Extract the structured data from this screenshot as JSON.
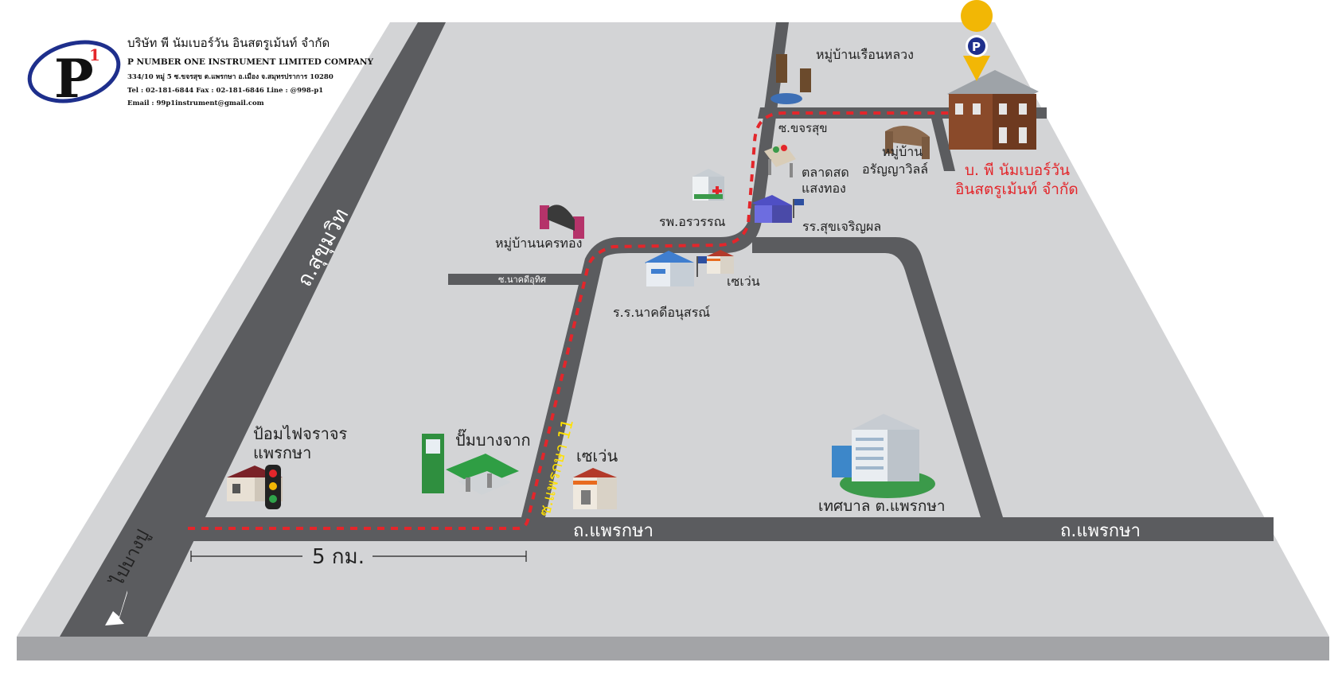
{
  "company": {
    "name_th": "บริษัท พี นัมเบอร์วัน อินสตรูเม้นท์ จำกัด",
    "name_en": "P NUMBER ONE INSTRUMENT LIMITED COMPANY",
    "address": "334/10 หมู่ 5 ซ.ขจรสุข ต.แพรกษา อ.เมือง จ.สมุทรปราการ 10280",
    "contact": "Tel : 02-181-6844 Fax : 02-181-6846 Line : @998-p1",
    "email": "Email : 99p1instrument@gmail.com",
    "logo_letter": "P",
    "logo_sup": "1",
    "pin_letter": "P"
  },
  "roads": {
    "sukhumvit": "ถ.สุขุมวิท",
    "to_bangpu": "ไปบางปู",
    "praeksa_1": "ถ.แพรกษา",
    "praeksa_2": "ถ.แพรกษา",
    "soi_praeksa_11": "ซ.แพรกษา 11",
    "soi_nakhonthit": "ซ.นาคดีอุทิศ",
    "soi_khajonsuk": "ซ.ขจรสุข"
  },
  "distance": "5 กม.",
  "landmarks": {
    "traffic_light_1": "ป้อมไฟจราจร",
    "traffic_light_2": "แพรกษา",
    "gas_station": "ปั๊มบางจาก",
    "seven_eleven_1": "เซเว่น",
    "seven_eleven_2": "เซเว่น",
    "municipality": "เทศบาล ต.แพรกษา",
    "village_nakhonthong": "หมู่บ้านนครทอง",
    "school_nakhon": "ร.ร.นาคดีอนุสรณ์",
    "hospital": "รพ.อรวรรณ",
    "market_1": "ตลาดสด",
    "market_2": "แสงทอง",
    "school_suk": "รร.สุขเจริญผล",
    "village_ruen_1": "หมู่บ้านเรือนหลวง",
    "village_aran_1": "หมู่บ้าน",
    "village_aran_2": "อรัญญาวิลล์",
    "destination_1": "บ. พี นัมเบอร์วัน",
    "destination_2": "อินสตรูเม้นท์ จำกัด"
  },
  "colors": {
    "ground": "#d3d4d6",
    "ground_edge": "#9a9b9e",
    "road": "#5b5c5f",
    "route": "#e3262b",
    "destination_text": "#e3262b",
    "soi_label": "#ffe100",
    "logo_blue": "#1e2f8c",
    "pin": "#f2b705"
  }
}
